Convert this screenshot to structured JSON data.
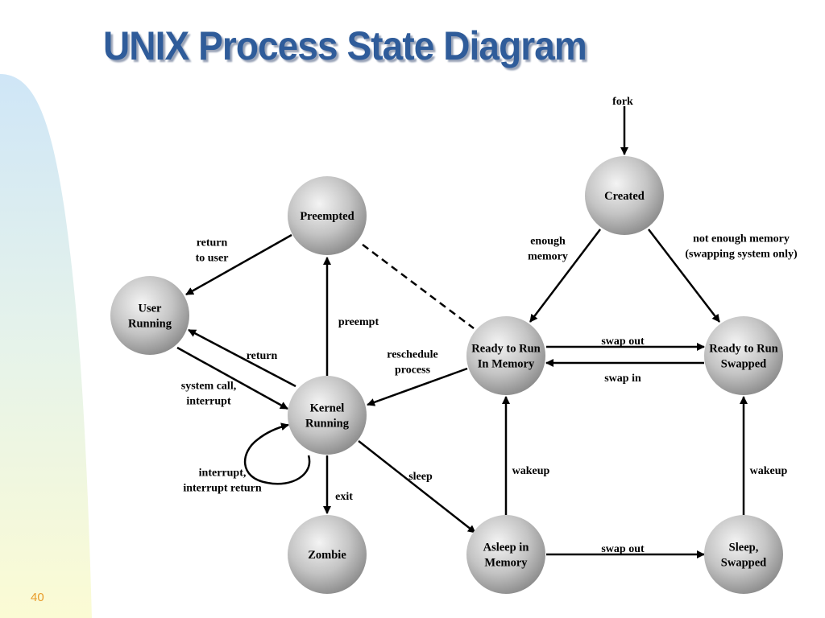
{
  "slide": {
    "title": "UNIX Process State Diagram",
    "page_number": "40"
  },
  "colors": {
    "title": "#2f5c9a",
    "page_number": "#e89b2a",
    "band_top": "#cfe6f7",
    "band_bottom": "#fbfbd4"
  },
  "states": {
    "created": [
      "Created"
    ],
    "preempted": [
      "Preempted"
    ],
    "user_running": [
      "User",
      "Running"
    ],
    "kernel_running": [
      "Kernel",
      "Running"
    ],
    "zombie": [
      "Zombie"
    ],
    "ready_memory": [
      "Ready to Run",
      "In Memory"
    ],
    "ready_swapped": [
      "Ready to Run",
      "Swapped"
    ],
    "asleep_memory": [
      "Asleep in",
      "Memory"
    ],
    "sleep_swapped": [
      "Sleep,",
      "Swapped"
    ]
  },
  "transitions": {
    "fork": [
      "fork"
    ],
    "enough_memory": [
      "enough",
      "memory"
    ],
    "not_enough_memory": [
      "not enough memory",
      "(swapping system only)"
    ],
    "return_to_user": [
      "return",
      "to user"
    ],
    "preempt": [
      "preempt"
    ],
    "return": [
      "return"
    ],
    "system_call": [
      "system call,",
      "interrupt"
    ],
    "reschedule": [
      "reschedule",
      "process"
    ],
    "swap_out_top": [
      "swap out"
    ],
    "swap_in": [
      "swap in"
    ],
    "interrupt_return": [
      "interrupt,",
      "interrupt return"
    ],
    "exit": [
      "exit"
    ],
    "sleep": [
      "sleep"
    ],
    "wakeup_memory": [
      "wakeup"
    ],
    "wakeup_swapped": [
      "wakeup"
    ],
    "swap_out_bottom": [
      "swap out"
    ]
  }
}
